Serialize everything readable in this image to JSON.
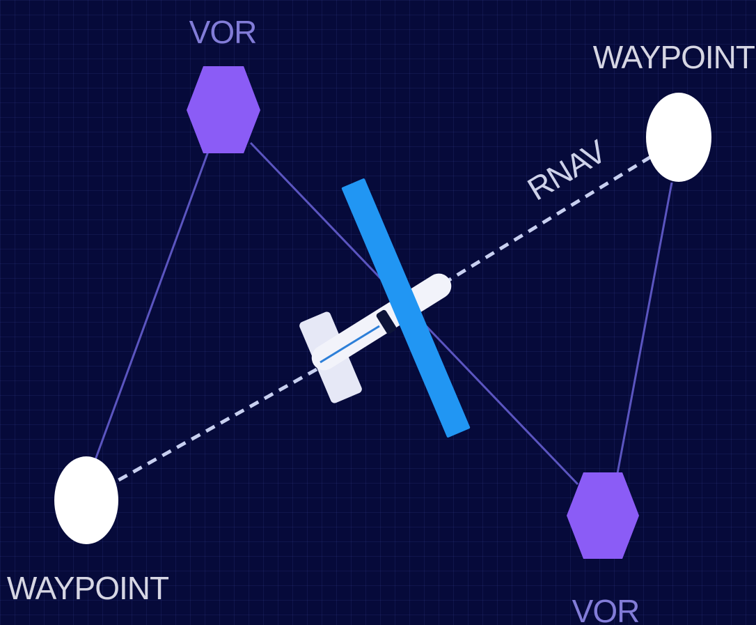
{
  "diagram": {
    "nodes": {
      "vor_top": {
        "label": "VOR",
        "kind": "vor"
      },
      "vor_bottom": {
        "label": "VOR",
        "kind": "vor"
      },
      "waypoint_top": {
        "label": "WAYPOINT",
        "kind": "waypoint"
      },
      "waypoint_bottom": {
        "label": "WAYPOINT",
        "kind": "waypoint"
      }
    },
    "route_label": "RNAV",
    "aircraft": {
      "icon": "airplane-icon"
    },
    "colors": {
      "background": "#060a3a",
      "grid": "#2a3380",
      "vor": "#8b5cf6",
      "waypoint": "#ffffff",
      "vor_label": "#8d87e6",
      "waypoint_label": "#e8e8f2",
      "radial_line": "#5b55c0",
      "rnav_line": "#c8d0f0",
      "wing": "#2196f3",
      "fuselage": "#f2f3fa"
    }
  }
}
